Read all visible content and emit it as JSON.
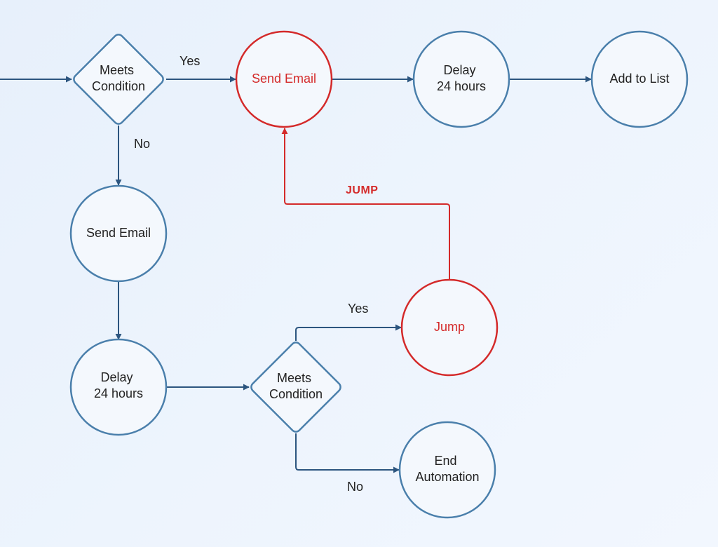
{
  "colors": {
    "node_fill": "#f4f8fd",
    "node_stroke": "#4a7fab",
    "edge": "#2c557f",
    "highlight": "#d42a2a",
    "text": "#222222"
  },
  "nodes": {
    "cond_top": {
      "lines": [
        "Meets",
        "Condition"
      ]
    },
    "email_red": {
      "lines": [
        "Send Email"
      ]
    },
    "delay_top": {
      "lines": [
        "Delay",
        "24 hours"
      ]
    },
    "add_list": {
      "lines": [
        "Add to List"
      ]
    },
    "email_left": {
      "lines": [
        "Send Email"
      ]
    },
    "delay_bottom": {
      "lines": [
        "Delay",
        "24 hours"
      ]
    },
    "cond_bottom": {
      "lines": [
        "Meets",
        "Condition"
      ]
    },
    "jump": {
      "lines": [
        "Jump"
      ]
    },
    "end": {
      "lines": [
        "End",
        "Automation"
      ]
    }
  },
  "edge_labels": {
    "yes_top": "Yes",
    "no_top": "No",
    "jump": "JUMP",
    "yes_bottom": "Yes",
    "no_bottom": "No"
  }
}
